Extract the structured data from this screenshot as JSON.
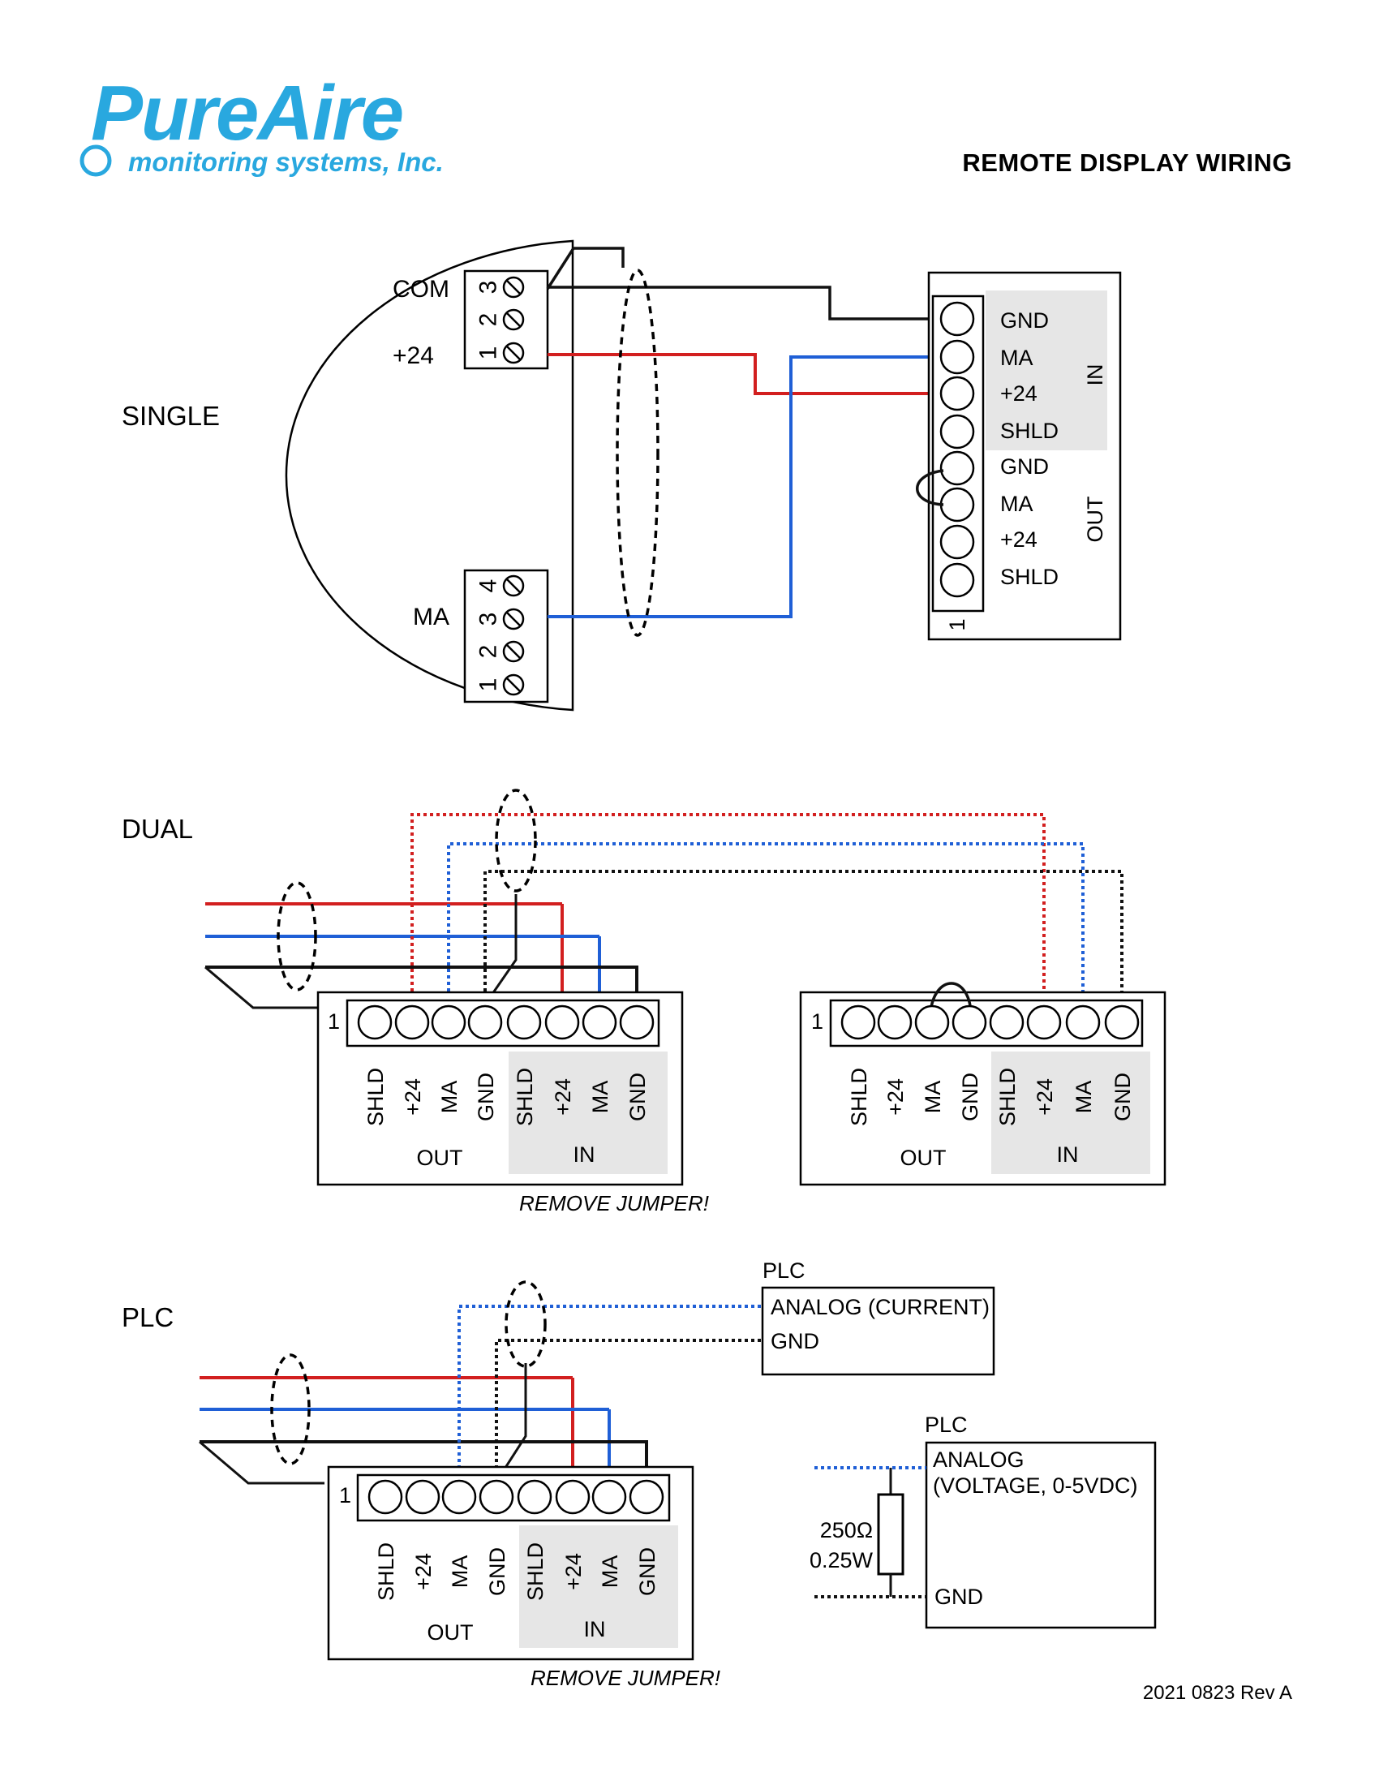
{
  "header": {
    "logo_brand": "PureAire",
    "logo_tagline": "monitoring systems, Inc.",
    "logo_mark": "O2",
    "title": "REMOTE DISPLAY WIRING"
  },
  "colors": {
    "power_wire": "#d21f1f",
    "signal_wire": "#1f5fd6",
    "ground_wire": "#111111",
    "in_panel_fill": "#e6e6e6",
    "logo_blue": "#29a8df"
  },
  "terminal_labels": {
    "gnd": "GND",
    "ma": "MA",
    "p24": "+24",
    "shld": "SHLD",
    "in": "IN",
    "out": "OUT",
    "pin1": "1"
  },
  "single": {
    "label": "SINGLE",
    "com_label": "COM",
    "p24_label": "+24",
    "ma_label": "MA",
    "upper_block_numbers": [
      "3",
      "2",
      "1"
    ],
    "lower_block_numbers": [
      "4",
      "3",
      "2",
      "1"
    ]
  },
  "dual": {
    "label": "DUAL",
    "note": "REMOVE JUMPER!"
  },
  "plc": {
    "label": "PLC",
    "note": "REMOVE JUMPER!",
    "current_box": {
      "title": "PLC",
      "analog": "ANALOG (CURRENT)",
      "gnd": "GND"
    },
    "voltage_box": {
      "title": "PLC",
      "analog_line1": "ANALOG",
      "analog_line2": "(VOLTAGE, 0-5VDC)",
      "gnd": "GND"
    },
    "resistor": {
      "value": "250Ω",
      "power": "0.25W"
    }
  },
  "footer": {
    "revision": "2021 0823 Rev A"
  }
}
